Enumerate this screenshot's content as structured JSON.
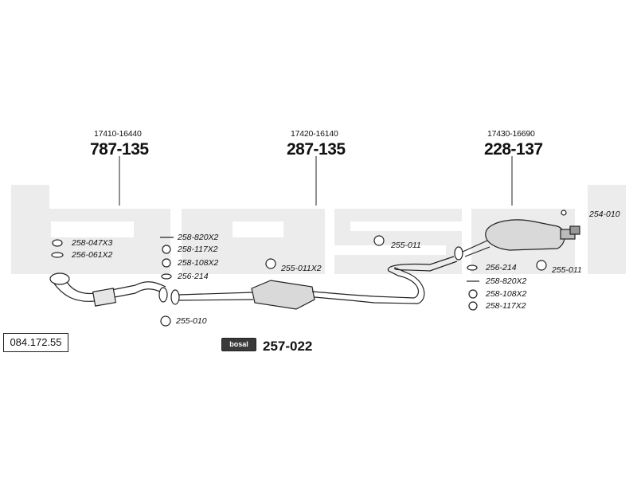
{
  "diagram_ref": "084.172.55",
  "brand_mark": "bosal",
  "assemblies": [
    {
      "oem_number": "17410-16440",
      "part_number": "787-135"
    },
    {
      "oem_number": "17420-16140",
      "part_number": "287-135"
    },
    {
      "oem_number": "17430-16690",
      "part_number": "228-137"
    }
  ],
  "fittings": {
    "front_gasket": "258-047X3",
    "front_ring": "256-061X2",
    "bolt_1": "258-820X2",
    "spring_1": "258-117X2",
    "nut_1": "258-108X2",
    "gasket_1": "256-214",
    "hanger_front": "255-010",
    "hanger_mid": "255-011X2",
    "hanger_rear_pipe": "255-011",
    "gasket_2": "256-214",
    "hanger_rear": "255-011",
    "bolt_2": "258-820X2",
    "nut_2": "258-108X2",
    "spring_2": "258-117X2",
    "tail_clamp": "254-010"
  },
  "mounting_kit": "257-022",
  "colors": {
    "watermark": "#ececec",
    "line": "#222222",
    "muffler_fill": "#d9d9d9"
  }
}
